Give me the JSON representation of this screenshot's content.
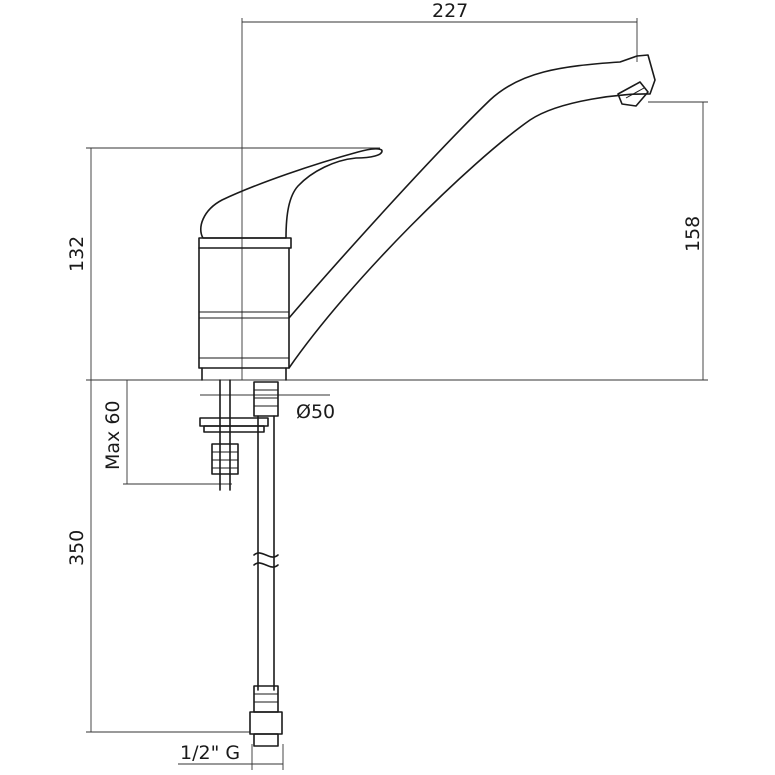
{
  "dimensions": {
    "width_227": "227",
    "height_132": "132",
    "height_158": "158",
    "diameter": "Ø50",
    "max_60": "Max 60",
    "hose_350": "350",
    "thread": "1/2\" G"
  }
}
